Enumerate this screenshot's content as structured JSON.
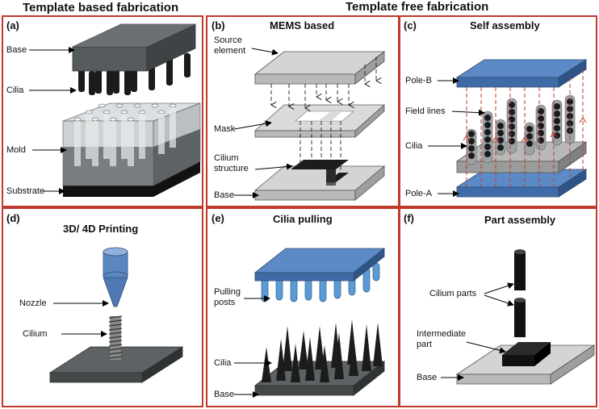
{
  "headers": {
    "left": "Template based fabrication",
    "right": "Template free fabrication"
  },
  "panels": {
    "a": {
      "tag": "(a)",
      "labels": {
        "base": "Base",
        "cilia": "Cilia",
        "mold": "Mold",
        "substrate": "Substrate"
      }
    },
    "b": {
      "tag": "(b)",
      "title": "MEMS based",
      "labels": {
        "source": "Source\nelement",
        "mask": "Mask",
        "structure": "Cilium\nstructure",
        "base": "Base"
      }
    },
    "c": {
      "tag": "(c)",
      "title": "Self assembly",
      "labels": {
        "pole_b": "Pole-B",
        "field_lines": "Field lines",
        "cilia": "Cilia",
        "pole_a": "Pole-A"
      }
    },
    "d": {
      "tag": "(d)",
      "title": "3D/ 4D Printing",
      "labels": {
        "nozzle": "Nozzle",
        "cilium": "Cilium"
      }
    },
    "e": {
      "tag": "(e)",
      "title": "Cilia pulling",
      "labels": {
        "posts": "Pulling\nposts",
        "cilia": "Cilia",
        "base": "Base"
      }
    },
    "f": {
      "tag": "(f)",
      "title": "Part assembly",
      "labels": {
        "parts": "Cilium parts",
        "intermediate": "Intermediate\npart",
        "base": "Base"
      }
    }
  },
  "colors": {
    "frame": "#c0392b",
    "dark_plate": "#5f6466",
    "light_plate": "#c9ccc9",
    "blue_plate": "#4f80bf",
    "post_blue": "#5b9bd5",
    "field_line": "#c0392b"
  }
}
